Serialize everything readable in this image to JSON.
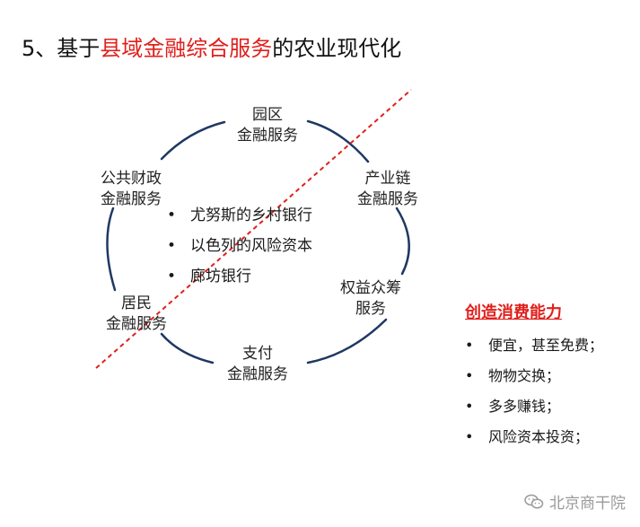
{
  "title": {
    "prefix": "5、基于",
    "highlight": "县域金融综合服务",
    "suffix": "的农业现代化"
  },
  "nodes": {
    "top": [
      "园区",
      "金融服务"
    ],
    "top_right": [
      "产业链",
      "金融服务"
    ],
    "right": [
      "权益众筹",
      "服务"
    ],
    "bottom": [
      "支付",
      "金融服务"
    ],
    "left": [
      "居民",
      "金融服务"
    ],
    "top_left": [
      "公共财政",
      "金融服务"
    ]
  },
  "center_list": [
    "尤努斯的乡村银行",
    "以色列的风险资本",
    "廊坊银行"
  ],
  "right_panel": {
    "title": "创造消费能力",
    "items": [
      "便宜，甚至免费；",
      "物物交换；",
      "多多赚钱；",
      "风险资本投资；"
    ]
  },
  "watermark": "北京商干院",
  "colors": {
    "accent": "#e0201c",
    "ring": "#1f3864",
    "slash": "#e0201c"
  }
}
